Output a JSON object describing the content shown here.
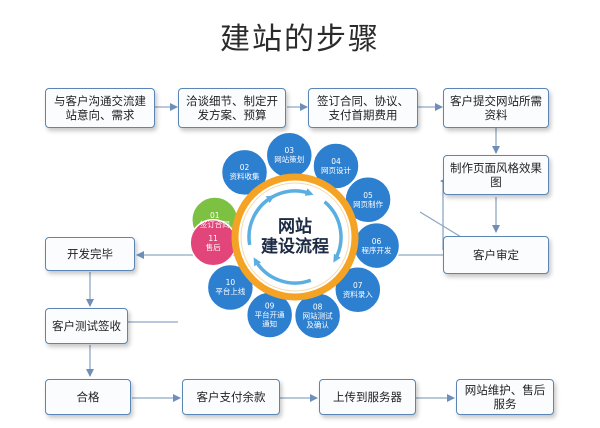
{
  "title": "建站的步骤",
  "steps": {
    "s1": "与客户沟通交流建站意向、需求",
    "s2": "洽谈细节、制定开发方案、预算",
    "s3": "签订合同、协议、支付首期费用",
    "s4": "客户提交网站所需资料",
    "s5": "制作页面风格效果图",
    "s6": "客户审定",
    "s7": "开发完毕",
    "s8": "客户测试签收",
    "s9": "合格",
    "s10": "客户支付余款",
    "s11": "上传到服务器",
    "s12": "网站维护、售后服务"
  },
  "cycle": {
    "center_line1": "网站",
    "center_line2": "建设流程",
    "items": [
      {
        "num": "01",
        "label": "签订合同",
        "color": "#7dc143"
      },
      {
        "num": "02",
        "label": "资料收集",
        "color": "#2d7fd0"
      },
      {
        "num": "03",
        "label": "网站策划",
        "color": "#2d7fd0"
      },
      {
        "num": "04",
        "label": "网页设计",
        "color": "#2d7fd0"
      },
      {
        "num": "05",
        "label": "网页制作",
        "color": "#2d7fd0"
      },
      {
        "num": "06",
        "label": "程序开发",
        "color": "#2d7fd0"
      },
      {
        "num": "07",
        "label": "资料录入",
        "color": "#2d7fd0"
      },
      {
        "num": "08",
        "label": "网站测试及确认",
        "color": "#2d7fd0"
      },
      {
        "num": "09",
        "label": "平台开通通知",
        "color": "#2d7fd0"
      },
      {
        "num": "10",
        "label": "平台上线",
        "color": "#2d7fd0"
      },
      {
        "num": "11",
        "label": "售后",
        "color": "#e2457a"
      }
    ],
    "ring_color": "#f4a324",
    "arrow_color": "#5aaee0"
  }
}
